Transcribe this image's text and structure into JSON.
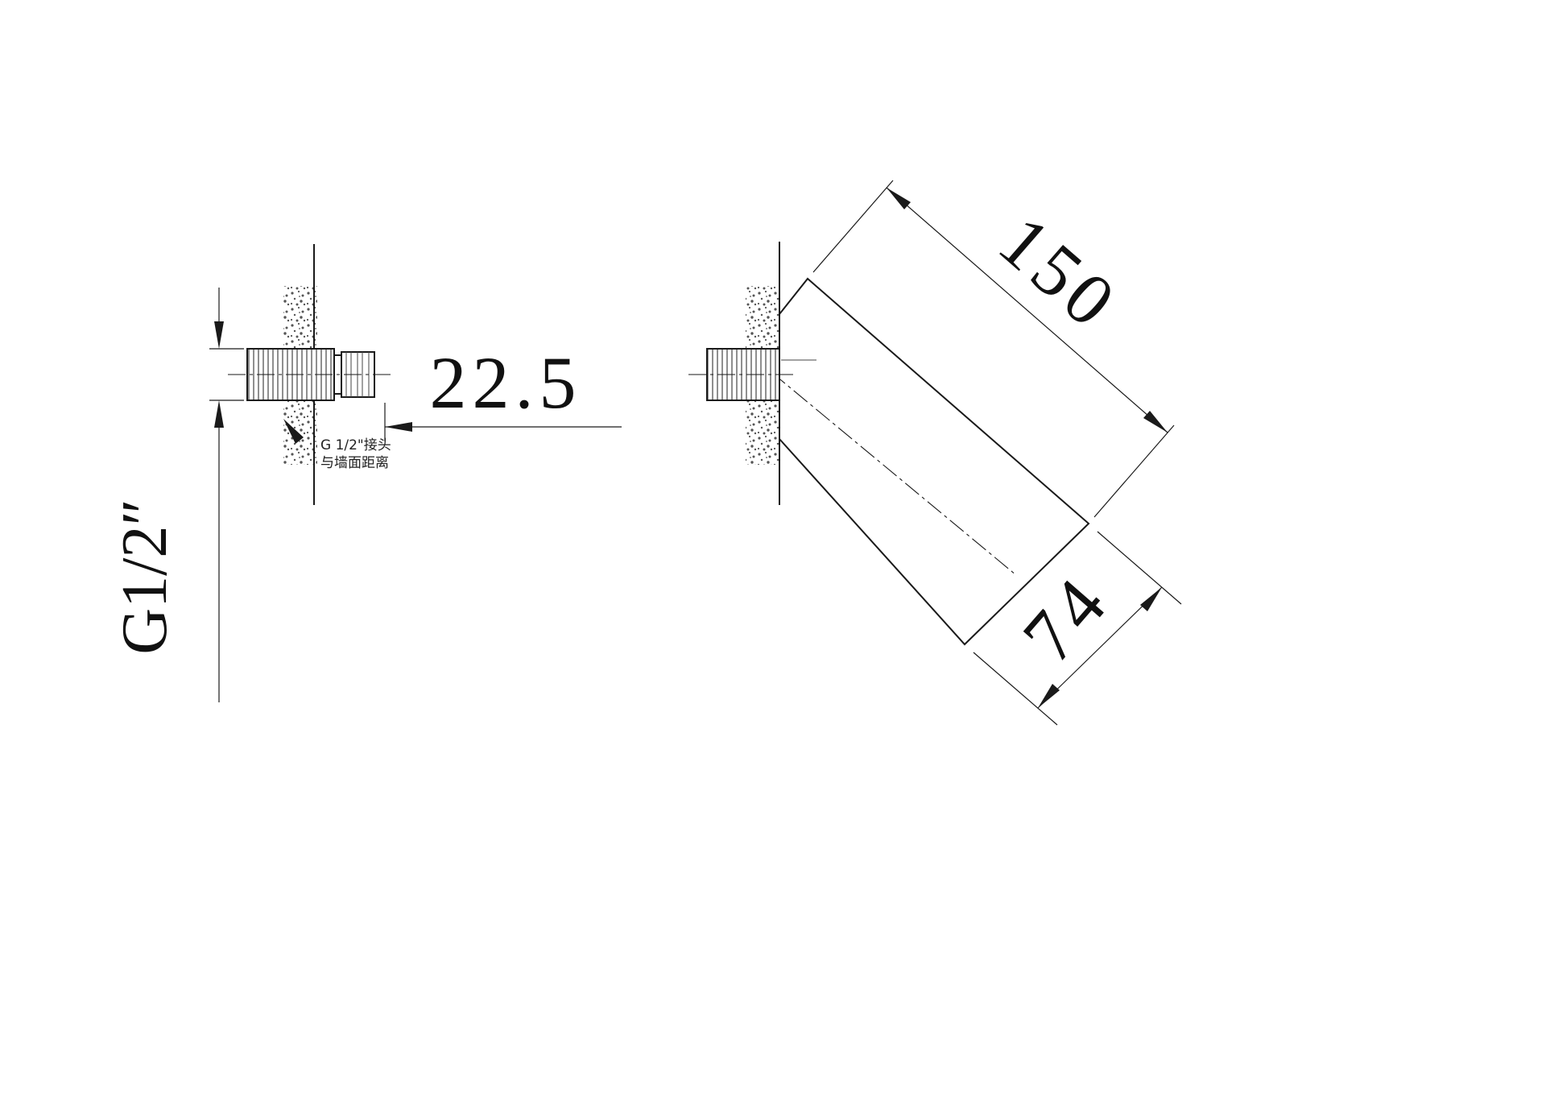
{
  "drawing": {
    "colors": {
      "line": "#1a1a1a",
      "background": "#ffffff"
    },
    "labels": {
      "wall_distance": "22.5",
      "body_length": "150",
      "body_diameter": "74",
      "thread_size": "G1/2″",
      "note_line1": "G 1/2\"接头",
      "note_line2": "与墙面距离"
    }
  }
}
